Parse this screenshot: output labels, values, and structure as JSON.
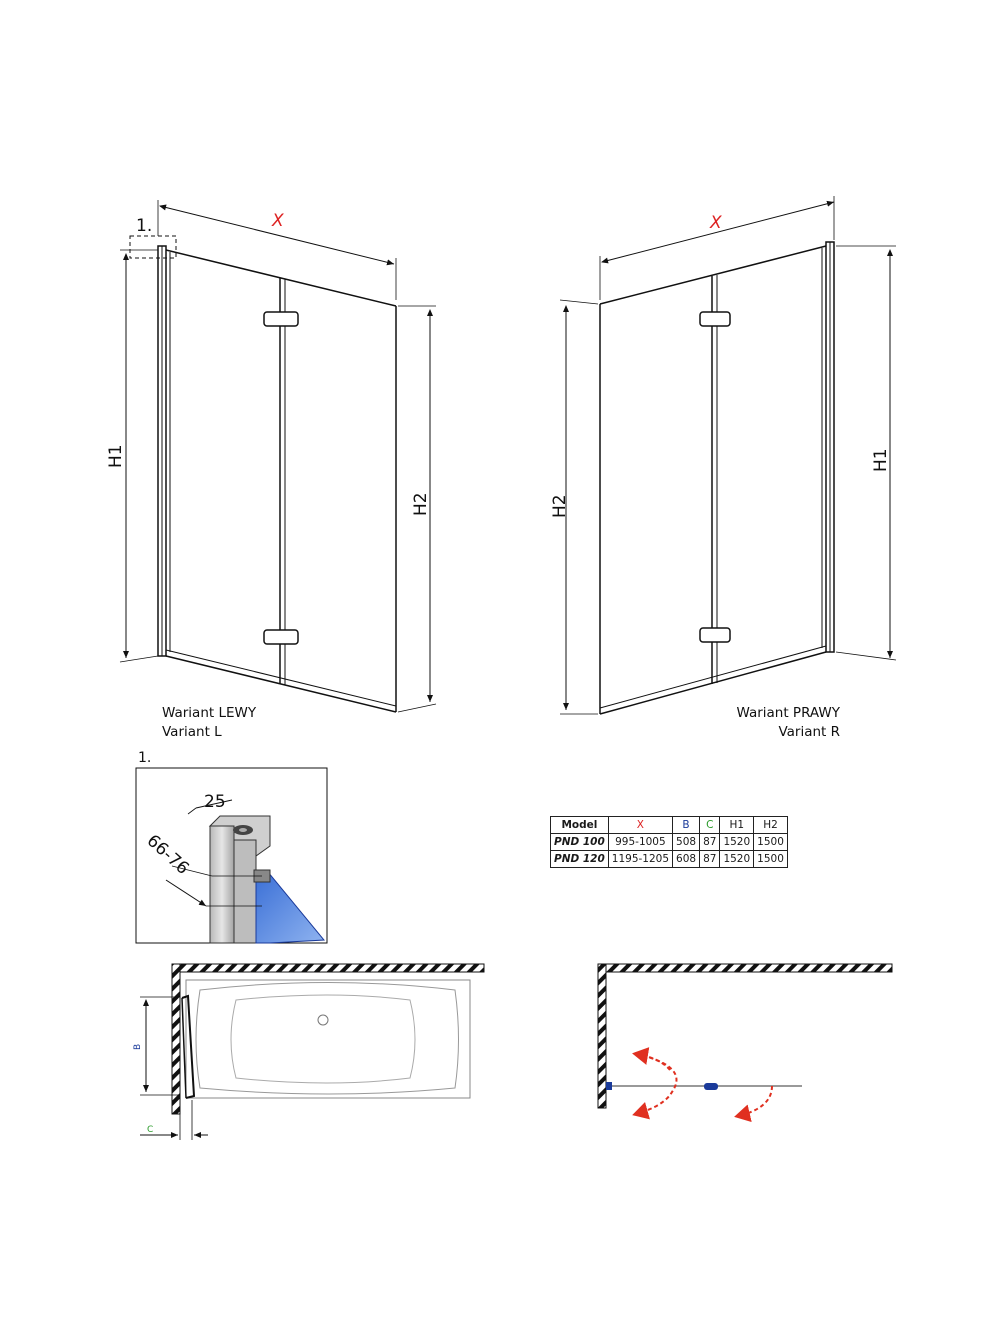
{
  "left_elevation": {
    "detail_ref": "1.",
    "dim_width": "X",
    "dim_h1": "H1",
    "dim_h2": "H2",
    "caption_line1": "Wariant LEWY",
    "caption_line2": "Variant L"
  },
  "right_elevation": {
    "dim_width": "X",
    "dim_h1": "H1",
    "dim_h2": "H2",
    "caption_line1": "Wariant PRAWY",
    "caption_line2": "Variant R"
  },
  "detail": {
    "title": "1.",
    "dim_top": "25",
    "dim_side": "66-76"
  },
  "spec_table": {
    "headers": [
      "Model",
      "X",
      "B",
      "C",
      "H1",
      "H2"
    ],
    "rows": [
      [
        "PND 100",
        "995-1005",
        "508",
        "87",
        "1520",
        "1500"
      ],
      [
        "PND 120",
        "1195-1205",
        "608",
        "87",
        "1520",
        "1500"
      ]
    ]
  },
  "plan_left": {
    "label_b": "B",
    "label_c": "C"
  },
  "colors": {
    "x_label": "#d22222",
    "b_label": "#1a3a9a",
    "c_label": "#2a9a2a",
    "arrow": "#e03020",
    "glass": "#2a63c9"
  }
}
